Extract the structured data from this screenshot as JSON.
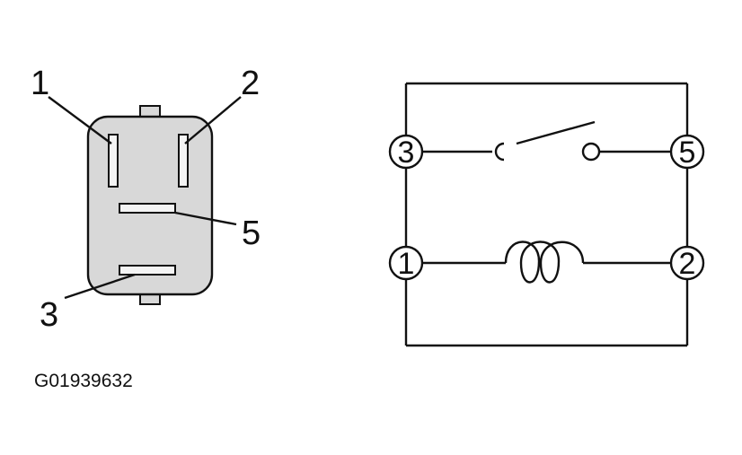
{
  "connector_view": {
    "labels": {
      "pin1": "1",
      "pin2": "2",
      "pin3": "3",
      "pin5": "5"
    }
  },
  "schematic": {
    "terminals": {
      "t3": "3",
      "t5": "5",
      "t1": "1",
      "t2": "2"
    }
  },
  "figure_code": "G01939632"
}
